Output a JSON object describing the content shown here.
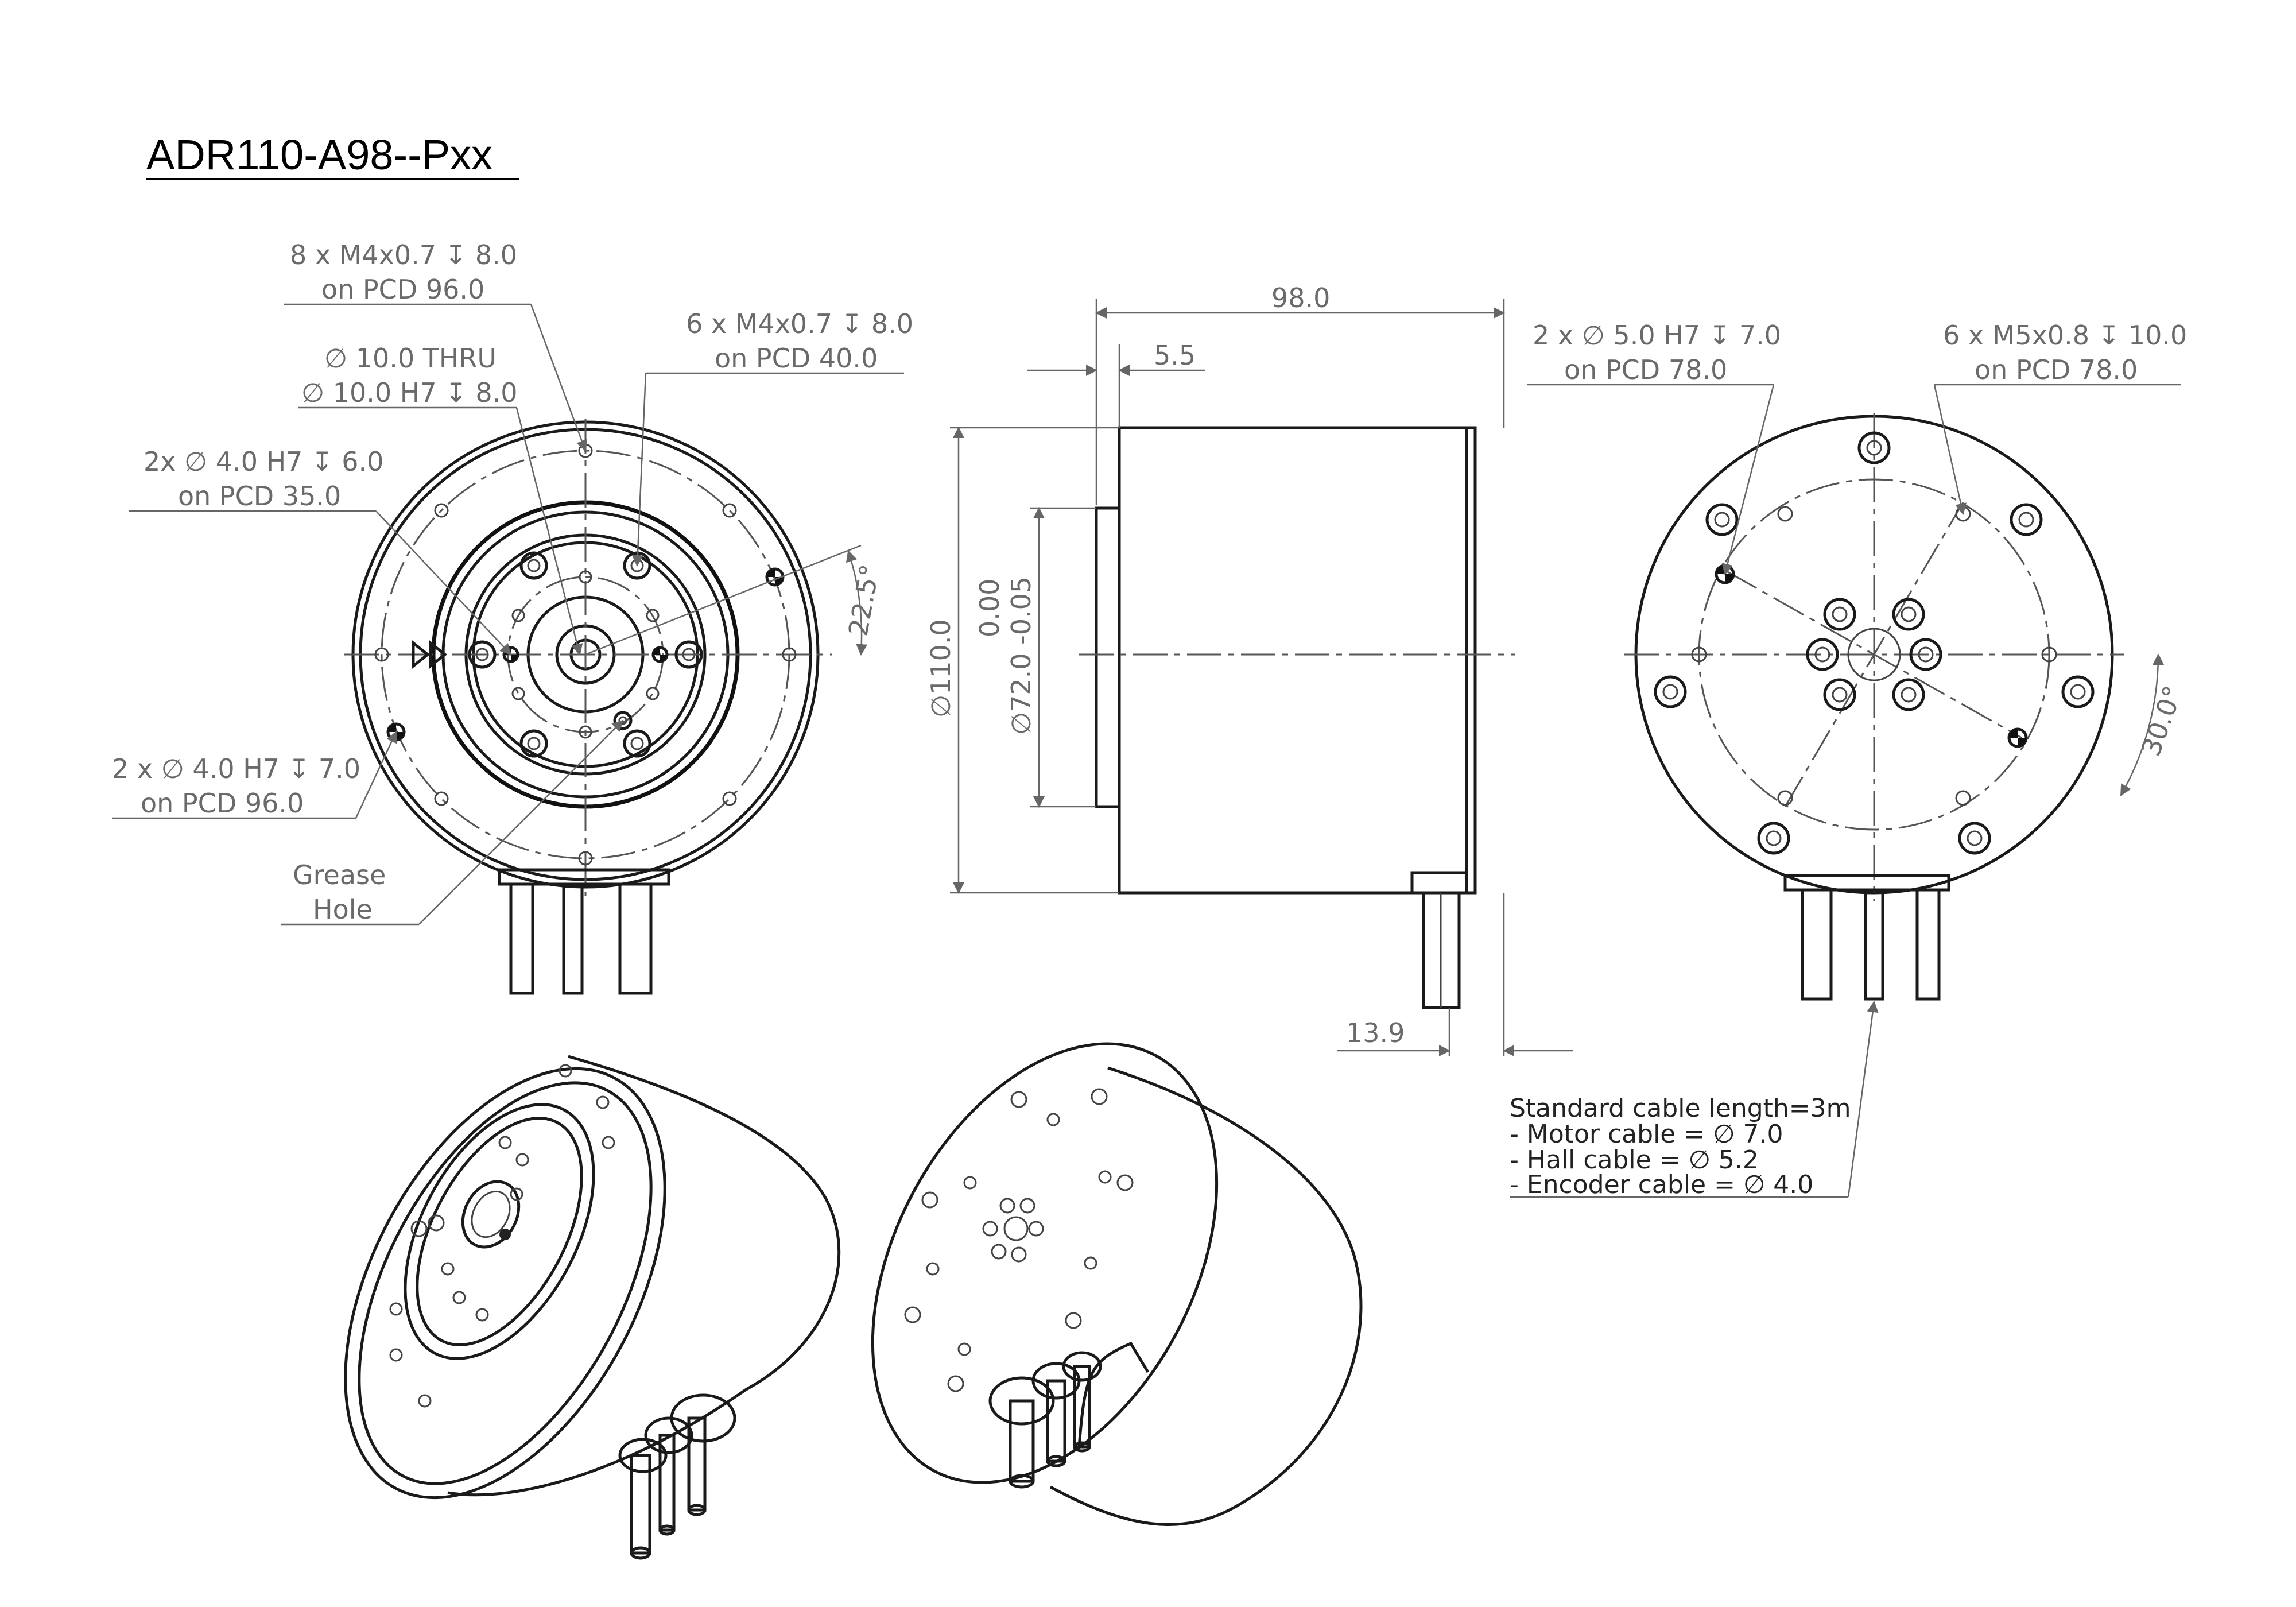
{
  "title": "ADR110-A98--Pxx",
  "front_view": {
    "callout_outer_holes": [
      "8 x M4x0.7 ↧ 8.0",
      "on PCD 96.0"
    ],
    "callout_inner_holes": [
      "6 x M4x0.7 ↧ 8.0",
      "on PCD 40.0"
    ],
    "callout_center_bore": [
      "∅ 10.0 THRU",
      "∅ 10.0 H7 ↧ 8.0"
    ],
    "callout_inner_pins": [
      "2x ∅ 4.0 H7 ↧ 6.0",
      "on PCD 35.0"
    ],
    "callout_outer_pins": [
      "2 x ∅ 4.0 H7 ↧ 7.0",
      "on PCD 96.0"
    ],
    "callout_grease": [
      "Grease",
      "Hole"
    ],
    "angle_label": "22.5°"
  },
  "side_view": {
    "length_label": "98.0",
    "flange_label": "5.5",
    "diameter_label": "∅110.0",
    "pilot_label": [
      "0.00",
      "∅72.0 -0.05"
    ],
    "cable_offset_label": "13.9"
  },
  "rear_view": {
    "callout_pins": [
      "2 x ∅ 5.0 H7 ↧ 7.0",
      "on PCD 78.0"
    ],
    "callout_holes": [
      "6 x M5x0.8 ↧ 10.0",
      "on PCD 78.0"
    ],
    "angle_label": "30.0°"
  },
  "cable_note": [
    "Standard cable length=3m",
    "- Motor cable = ∅ 7.0",
    "- Hall cable = ∅ 5.2",
    "- Encoder cable = ∅ 4.0"
  ]
}
